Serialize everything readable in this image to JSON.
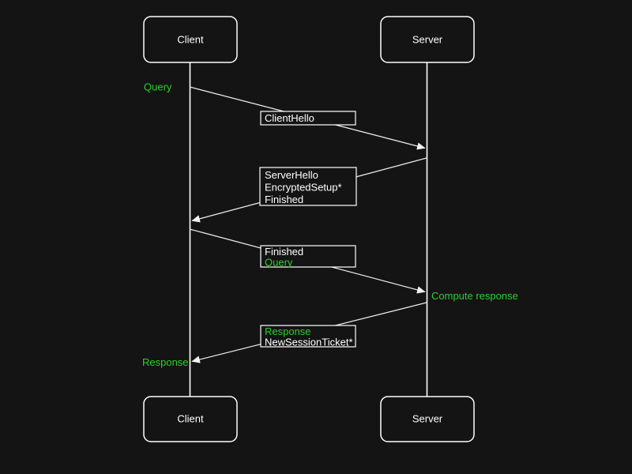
{
  "colors": {
    "background": "#141414",
    "foreground": "#ffffff",
    "accent_green": "#29d129",
    "arrow_line": "#e8e8e8"
  },
  "actors": [
    {
      "id": "client",
      "label": "Client"
    },
    {
      "id": "server",
      "label": "Server"
    }
  ],
  "events": [
    {
      "actor": "client",
      "label": "Query"
    },
    {
      "actor": "server",
      "label": "Compute response"
    },
    {
      "actor": "client",
      "label": "Response"
    }
  ],
  "messages": [
    {
      "from": "client",
      "to": "server",
      "lines": [
        {
          "text": "ClientHello",
          "color": "#ffffff"
        }
      ]
    },
    {
      "from": "server",
      "to": "client",
      "lines": [
        {
          "text": "ServerHello",
          "color": "#ffffff"
        },
        {
          "text": "EncryptedSetup*",
          "color": "#ffffff"
        },
        {
          "text": "Finished",
          "color": "#ffffff"
        }
      ]
    },
    {
      "from": "client",
      "to": "server",
      "lines": [
        {
          "text": "Finished",
          "color": "#ffffff"
        },
        {
          "text": "Query",
          "color": "#29d129"
        }
      ]
    },
    {
      "from": "server",
      "to": "client",
      "lines": [
        {
          "text": "Response",
          "color": "#29d129"
        },
        {
          "text": "NewSessionTicket*",
          "color": "#ffffff"
        }
      ]
    }
  ]
}
